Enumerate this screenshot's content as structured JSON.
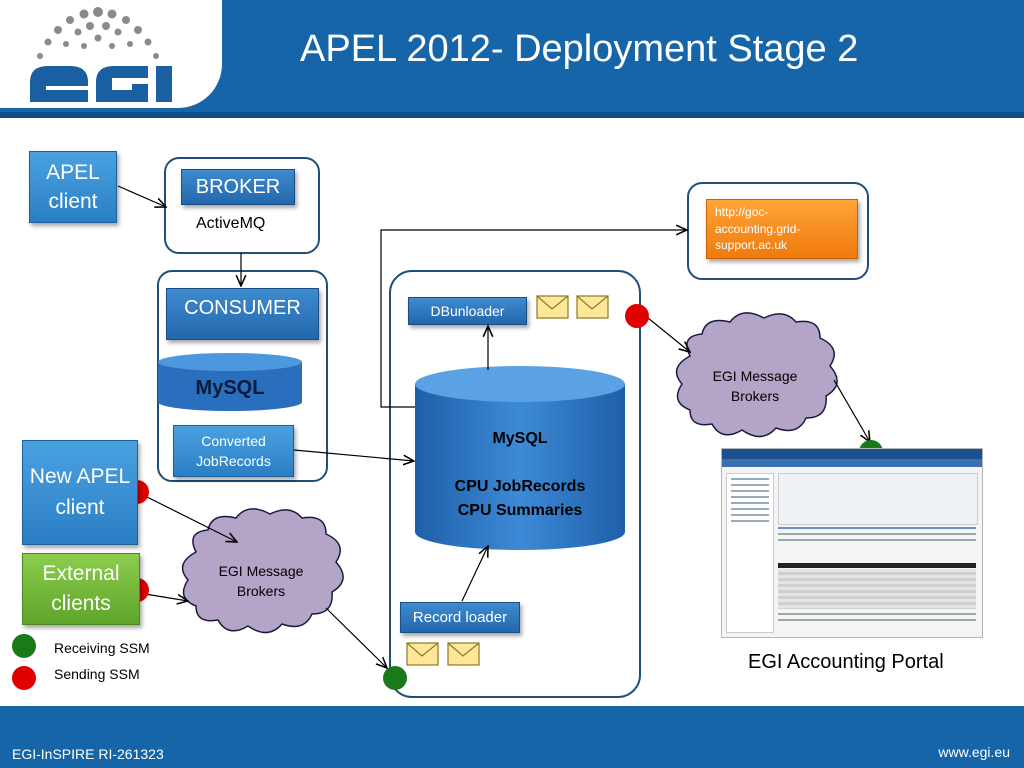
{
  "header": {
    "title": "APEL 2012- Deployment Stage 2",
    "logo_text": "egi"
  },
  "nodes": {
    "apel_client": "APEL client",
    "broker": "BROKER",
    "activemq": "ActiveMQ",
    "consumer": "CONSUMER",
    "mysql_small": "MySQL",
    "converted": "Converted JobRecords",
    "new_apel_client": "New APEL client",
    "external_clients": "External clients",
    "dbunloader": "DBunloader",
    "mysql_big_title": "MySQL",
    "mysql_big_line1": "CPU JobRecords",
    "mysql_big_line2": "CPU Summaries",
    "record_loader": "Record loader",
    "egi_broker_upper": "EGI Message Brokers",
    "egi_broker_lower": "EGI Message Brokers",
    "url_box": "http://goc-accounting.grid-support.ac.uk",
    "portal_caption": "EGI Accounting Portal"
  },
  "legend": {
    "receiving": "Receiving SSM",
    "sending": "Sending SSM"
  },
  "colors": {
    "header": "#1565a8",
    "receiving": "#1a7a1a",
    "sending": "#e00000",
    "cloud": "#b4a5c8"
  },
  "footer": {
    "left": "EGI-InSPIRE RI-261323",
    "right": "www.egi.eu"
  }
}
